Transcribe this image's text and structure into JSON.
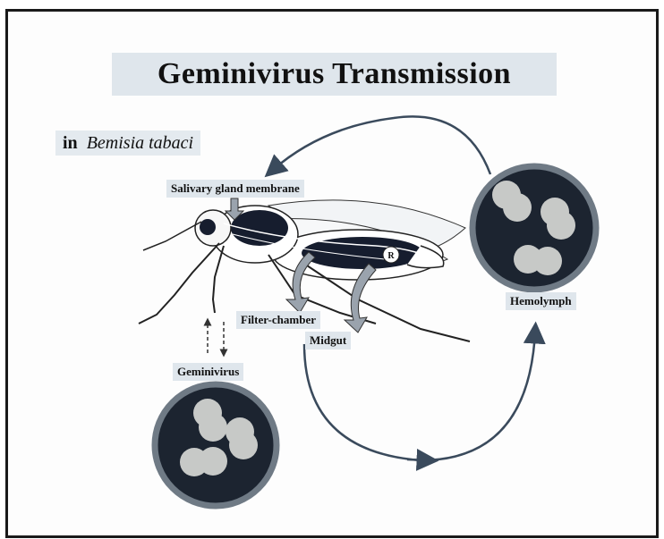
{
  "title": "Geminivirus Transmission",
  "subtitle": {
    "prefix": "in",
    "species": "Bemisia tabaci"
  },
  "labels": {
    "salivary": "Salivary gland membrane",
    "hemolymph": "Hemolymph",
    "filter": "Filter-chamber",
    "midgut": "Midgut",
    "geminivirus": "Geminivirus",
    "r_marker": "R"
  },
  "colors": {
    "background": "#fdfdfd",
    "label_bg": "#dfe6ec",
    "circle_fill": "#1c2430",
    "particle": "#c7c9c7",
    "arrow": "#3a4a5c",
    "insect_dark": "#161d2e"
  }
}
